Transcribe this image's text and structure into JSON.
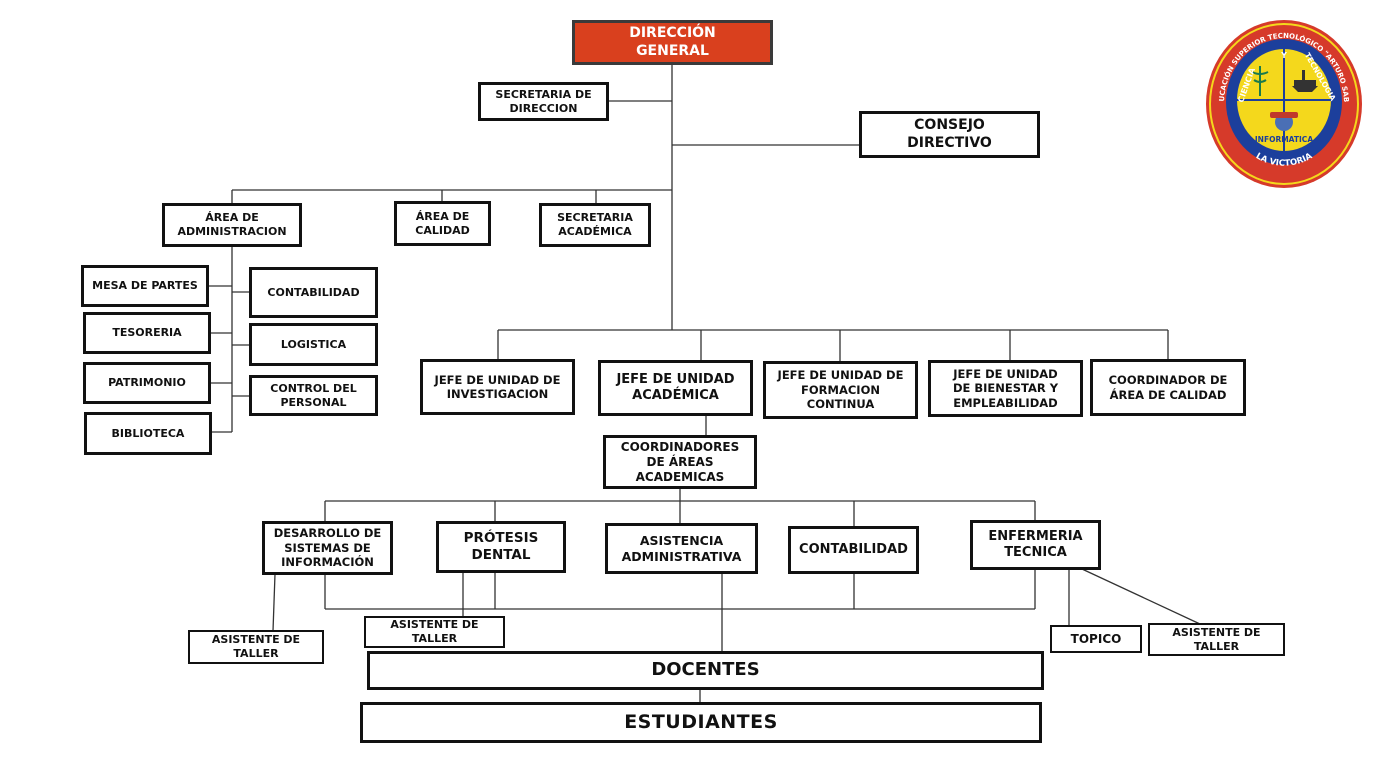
{
  "chart": {
    "direccion": "DIRECCIÓN\nGENERAL",
    "secretaria_direccion": "SECRETARIA DE\nDIRECCION",
    "consejo": "CONSEJO\nDIRECTIVO",
    "area_admin": "ÁREA DE\nADMINISTRACION",
    "area_calidad": "ÁREA DE\nCALIDAD",
    "secretaria_academica": "SECRETARIA\nACADÉMICA",
    "mesa_partes": "MESA DE PARTES",
    "tesoreria": "TESORERIA",
    "patrimonio": "PATRIMONIO",
    "biblioteca": "BIBLIOTECA",
    "contabilidad_admin": "CONTABILIDAD",
    "logistica": "LOGISTICA",
    "control_personal": "CONTROL DEL\nPERSONAL",
    "jefe_investigacion": "JEFE DE UNIDAD DE\nINVESTIGACION",
    "jefe_academica": "JEFE DE UNIDAD\nACADÉMICA",
    "jefe_formacion": "JEFE DE UNIDAD DE\nFORMACION\nCONTINUA",
    "jefe_bienestar": "JEFE DE UNIDAD\nDE BIENESTAR Y\nEMPLEABILIDAD",
    "coordinador_calidad": "COORDINADOR  DE\nÁREA DE CALIDAD",
    "coordinadores": "COORDINADORES\nDE ÁREAS\nACADEMICAS",
    "desarrollo": "DESARROLLO DE\nSISTEMAS DE\nINFORMACIÓN",
    "protesis": "PRÓTESIS\nDENTAL",
    "asistencia": "ASISTENCIA\nADMINISTRATIVA",
    "contabilidad_prog": "CONTABILIDAD",
    "enfermeria": "ENFERMERIA\nTECNICA",
    "asistente_taller_1": "ASISTENTE DE\nTALLER",
    "asistente_taller_2": "ASISTENTE DE\nTALLER",
    "topico": "TOPICO",
    "asistente_taller_3": "ASISTENTE DE\nTALLER",
    "docentes": "DOCENTES",
    "estudiantes": "ESTUDIANTES"
  },
  "logo": {
    "ring_text_top": "INSTITUTO DE EDUCACIÓN SUPERIOR TECNOLÓGICO \"ARTURO SABROSO MONTOYA\"",
    "ring_text_bottom": "LA VICTORIA",
    "inner_left": "CIENCIA",
    "inner_mid": "Y",
    "inner_right": "TECNOLOGIA",
    "inner_bottom": "INFORMATICA",
    "colors": {
      "ring": "#d63a2a",
      "inner": "#1c3f9c",
      "field": "#f4d81c"
    }
  }
}
